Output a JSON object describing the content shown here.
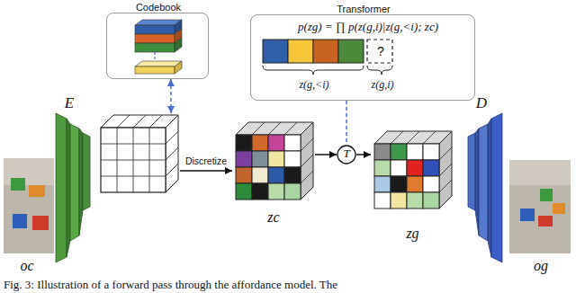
{
  "diagram": {
    "caption": "Fig. 3: Illustration of a forward pass through the affordance model. The",
    "nodes": [
      {
        "text": [
          "Codebook"
        ]
      },
      {
        "text": [
          "Transformer",
          "p(zg) = ∏ p(z(g,i)|z(g,<i); zc)",
          "?",
          "z(g,<i)",
          "z(g,i)"
        ]
      },
      {
        "text": [
          "oc"
        ]
      },
      {
        "text": [
          "E"
        ]
      },
      {
        "text": [
          "zc"
        ]
      },
      {
        "text": [
          "T"
        ]
      },
      {
        "text": [
          "zg"
        ]
      },
      {
        "text": [
          "D"
        ]
      },
      {
        "text": [
          "og"
        ]
      }
    ],
    "edges": [
      {
        "from": 0,
        "to": 3,
        "arrow": "both"
      },
      {
        "from": 1,
        "to": 5,
        "arrow": "none"
      },
      {
        "from": 3,
        "to": 4,
        "label": "Discretize",
        "arrow": "to"
      },
      {
        "from": 4,
        "to": 5,
        "arrow": "to"
      },
      {
        "from": 5,
        "to": 6,
        "arrow": "to"
      }
    ]
  }
}
